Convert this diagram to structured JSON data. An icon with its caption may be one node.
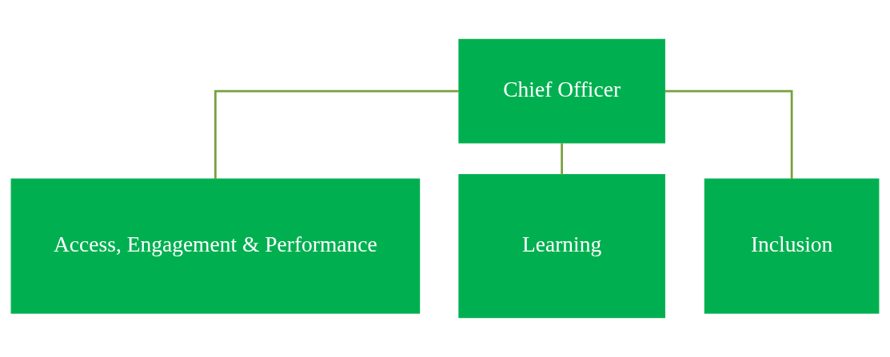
{
  "diagram": {
    "nodes": [
      {
        "text": [
          "Chief Officer"
        ]
      },
      {
        "text": [
          "Access, Engagement & Performance"
        ]
      },
      {
        "text": [
          "Learning"
        ]
      },
      {
        "text": [
          "Inclusion"
        ]
      }
    ],
    "edges": [
      {
        "from": 0,
        "to": 1,
        "arrow": "none"
      },
      {
        "from": 0,
        "to": 2,
        "arrow": "none"
      },
      {
        "from": 0,
        "to": 3,
        "arrow": "none"
      }
    ]
  }
}
